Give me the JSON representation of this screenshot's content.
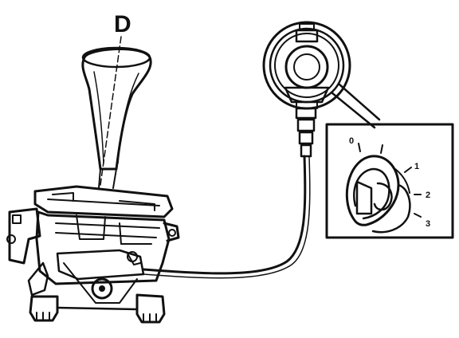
{
  "diagram": {
    "gear_label": "D",
    "switch_positions": [
      "0",
      "1",
      "2",
      "3"
    ],
    "ink_color": "#111111",
    "background_color": "#ffffff"
  }
}
